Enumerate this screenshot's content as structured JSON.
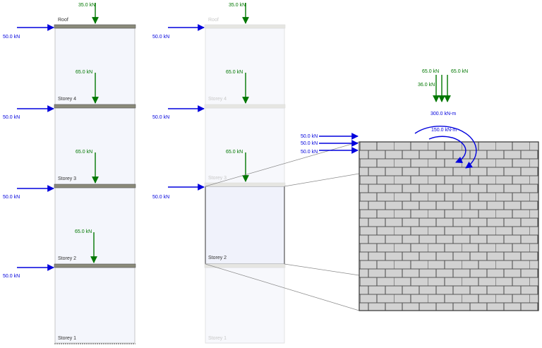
{
  "colors": {
    "background": "#ffffff",
    "storey_fill": "#f4f6fc",
    "slab": "#8a8a7a",
    "lateral_load": "#0000dd",
    "gravity_load": "#007700",
    "brick_fill": "#d2d2d2",
    "brick_line": "#555555"
  },
  "building_left": {
    "storeys": [
      "Storey 1",
      "Storey 2",
      "Storey 3",
      "Storey 4",
      "Roof"
    ],
    "lateral_loads": [
      "50.0 kN",
      "50.0 kN",
      "50.0 kN",
      "50.0 kN"
    ],
    "gravity_loads": [
      "65.0 kN",
      "65.0 kN",
      "65.0 kN",
      "35.0 kN"
    ]
  },
  "building_middle": {
    "storeys": [
      "Storey 1",
      "Storey 2",
      "Storey 3",
      "Storey 4",
      "Roof"
    ],
    "highlighted_storey": "Storey 2",
    "lateral_loads": [
      "50.0 kN",
      "50.0 kN",
      "50.0 kN"
    ],
    "gravity_loads": [
      "65.0 kN",
      "65.0 kN",
      "35.0 kN"
    ]
  },
  "wall_detail": {
    "lateral_loads": [
      "50.0 kN",
      "50.0 kN",
      "50.0 kN"
    ],
    "gravity_loads": [
      "65.0 kN",
      "65.0 kN",
      "36.0 kN"
    ],
    "moments": [
      "300.0 kN-m",
      "150.0 kN-m"
    ]
  }
}
